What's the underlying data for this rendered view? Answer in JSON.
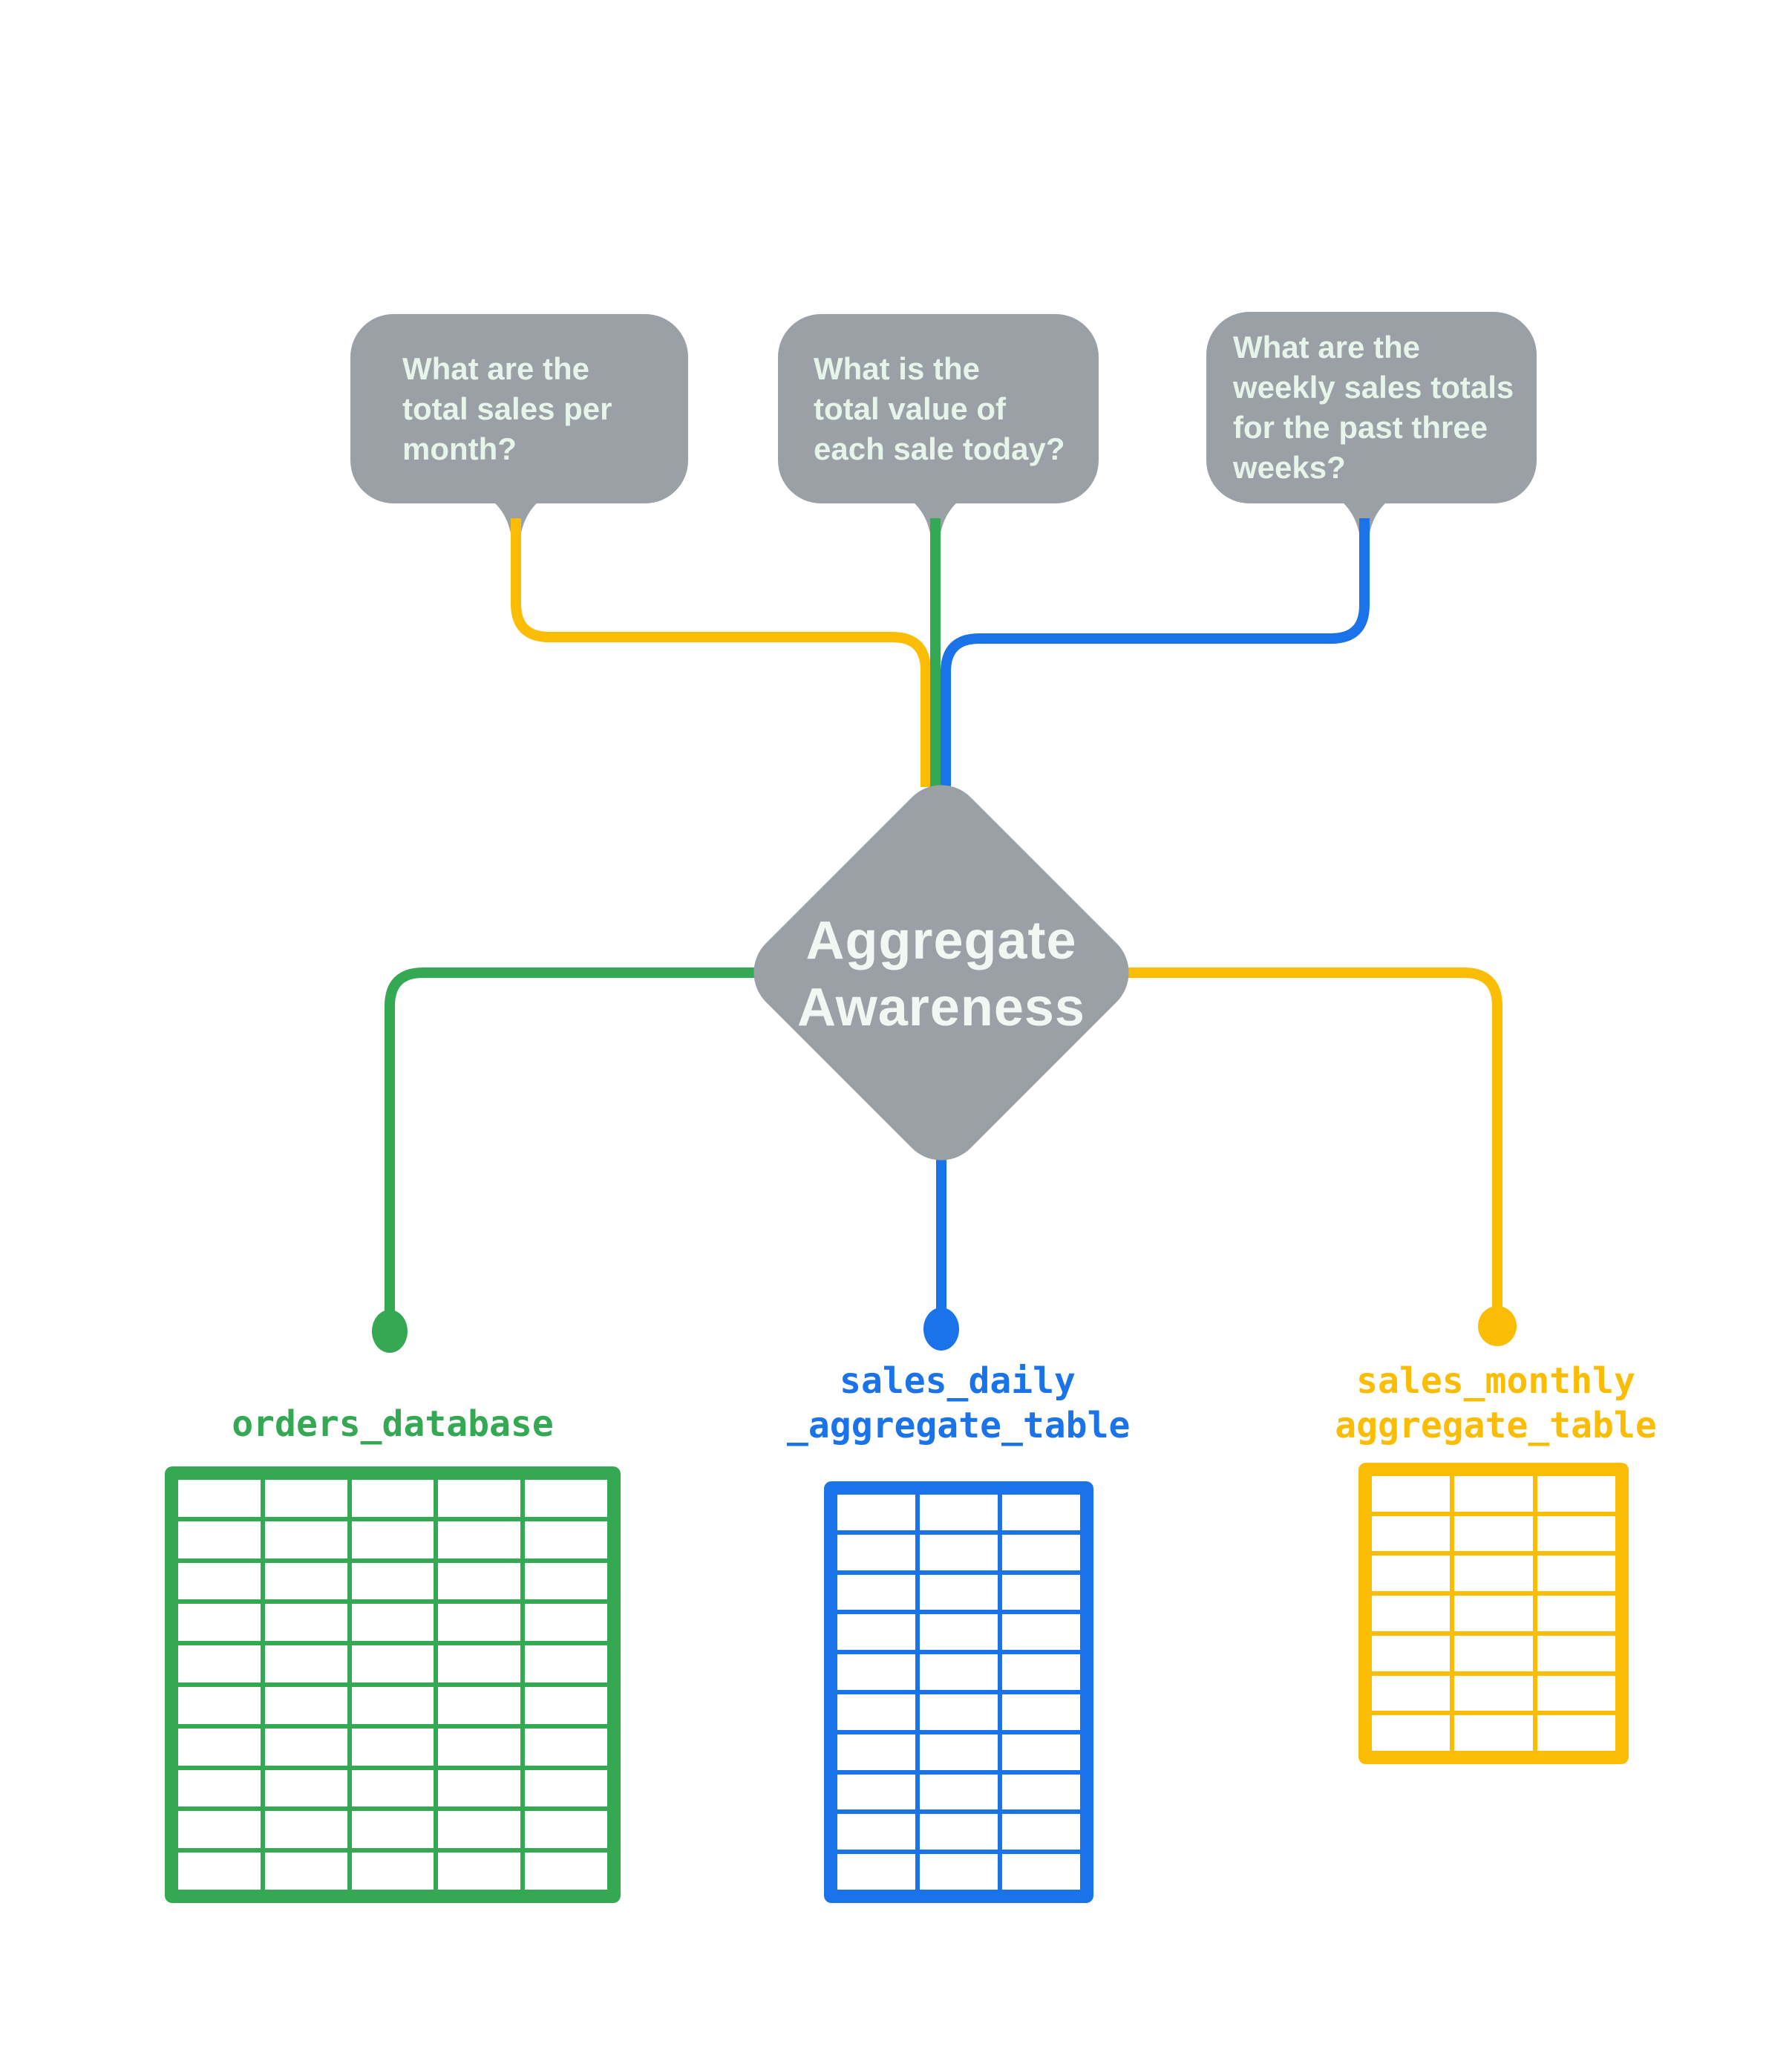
{
  "title": "Aggregate Awareness diagram",
  "colors": {
    "background": "#FFFFFF",
    "gray": "#9AA0A6",
    "yellow": "#FBBC04",
    "green": "#34A853",
    "blue": "#1A73E8",
    "bubble_text": "#E6F4EA",
    "diamond_text": "#F2F7F3"
  },
  "bubbles": [
    {
      "lines": [
        "What are the",
        "total sales per",
        "month?"
      ],
      "connector_color": "yellow",
      "routes_to": "sales_monthly aggregate_table"
    },
    {
      "lines": [
        "What is the",
        "total value of",
        "each sale today?"
      ],
      "connector_color": "green",
      "routes_to": "orders_database"
    },
    {
      "lines": [
        "What are the",
        "weekly sales totals",
        "for the past three",
        "weeks?"
      ],
      "connector_color": "blue",
      "routes_to": "sales_daily_aggregate_table"
    }
  ],
  "diamond": {
    "lines": [
      "Aggregate",
      "Awareness"
    ]
  },
  "tables": [
    {
      "label_lines": [
        "orders_database"
      ],
      "color": "green",
      "columns": 5,
      "rows": 10
    },
    {
      "label_lines": [
        "sales_daily",
        "_aggregate_table"
      ],
      "color": "blue",
      "columns": 3,
      "rows": 10
    },
    {
      "label_lines": [
        "sales_monthly",
        "aggregate_table"
      ],
      "color": "yellow",
      "columns": 3,
      "rows": 7
    }
  ]
}
